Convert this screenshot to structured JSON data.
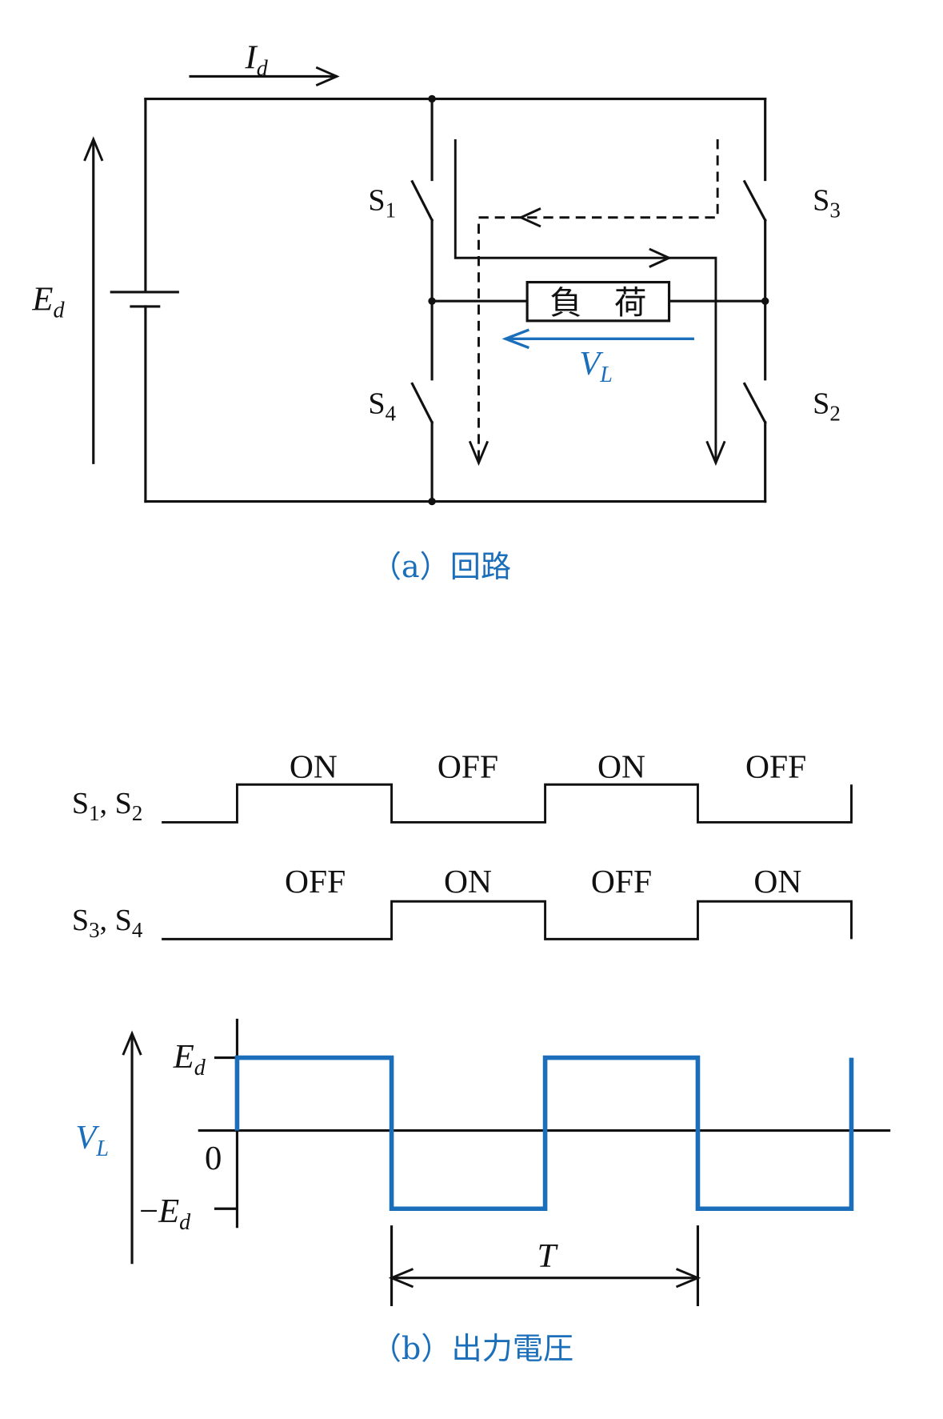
{
  "colors": {
    "ink": "#111111",
    "accent": "#1b6fba",
    "background": "#ffffff"
  },
  "circuit": {
    "current": {
      "base": "I",
      "sub": "d"
    },
    "source": {
      "base": "E",
      "sub": "d"
    },
    "switches": {
      "s1": {
        "base": "S",
        "sub": "1"
      },
      "s2": {
        "base": "S",
        "sub": "2"
      },
      "s3": {
        "base": "S",
        "sub": "3"
      },
      "s4": {
        "base": "S",
        "sub": "4"
      }
    },
    "load": "負　荷",
    "load_voltage": {
      "base": "V",
      "sub": "L"
    },
    "caption": "（a）回路"
  },
  "timing": {
    "row1": {
      "label": {
        "a": "S",
        "a_sub": "1",
        "sep": ", ",
        "b": "S",
        "b_sub": "2"
      },
      "states": [
        "ON",
        "OFF",
        "ON",
        "OFF"
      ]
    },
    "row2": {
      "label": {
        "a": "S",
        "a_sub": "3",
        "sep": ", ",
        "b": "S",
        "b_sub": "4"
      },
      "states": [
        "OFF",
        "ON",
        "OFF",
        "ON"
      ]
    }
  },
  "output": {
    "y_axis": {
      "base": "V",
      "sub": "L"
    },
    "levels": {
      "high": {
        "base": "E",
        "sub": "d"
      },
      "zero": "0",
      "low": {
        "sign": "−",
        "base": "E",
        "sub": "d"
      }
    },
    "period": "T",
    "caption": "（b）出力電圧"
  }
}
